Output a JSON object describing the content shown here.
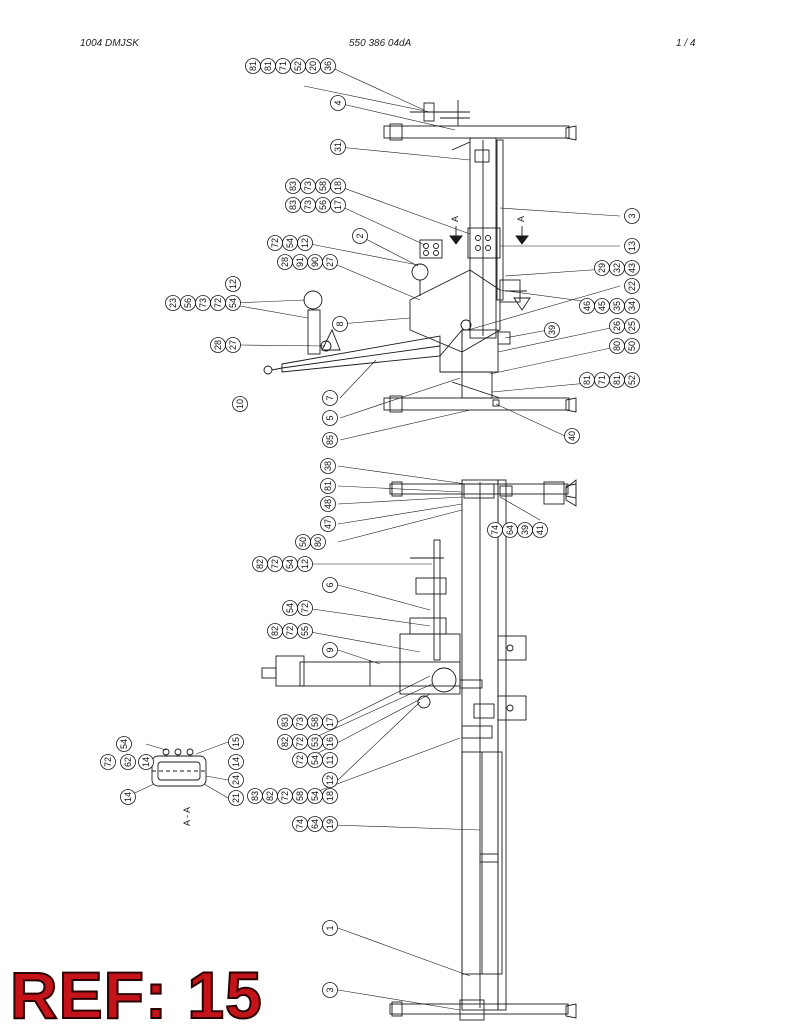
{
  "header": {
    "left": "1004 DMJSK",
    "center": "550 386 04dA",
    "page": "1 /  4"
  },
  "section_label": "A - A",
  "section_marker": "A",
  "reference_stamp": "REF: 15",
  "colors": {
    "line": "#1a1a1a",
    "stamp": "#c4141a"
  },
  "callouts": {
    "top_assembly": [
      {
        "nums": [
          "36",
          "20",
          "52",
          "71",
          "81",
          "81"
        ]
      },
      {
        "nums": [
          "4"
        ]
      },
      {
        "nums": [
          "31"
        ]
      },
      {
        "nums": [
          "18",
          "58",
          "73",
          "83"
        ]
      },
      {
        "nums": [
          "17",
          "56",
          "73",
          "83"
        ]
      },
      {
        "nums": [
          "2"
        ]
      },
      {
        "nums": [
          "12",
          "54",
          "72"
        ]
      },
      {
        "nums": [
          "27",
          "90",
          "91",
          "28"
        ]
      },
      {
        "nums": [
          "12"
        ]
      },
      {
        "nums": [
          "54",
          "72",
          "73",
          "56",
          "23"
        ]
      },
      {
        "nums": [
          "8"
        ]
      },
      {
        "nums": [
          "27",
          "28"
        ]
      },
      {
        "nums": [
          "10"
        ]
      },
      {
        "nums": [
          "7"
        ]
      },
      {
        "nums": [
          "5"
        ]
      },
      {
        "nums": [
          "85"
        ]
      },
      {
        "nums": [
          "3"
        ]
      },
      {
        "nums": [
          "13"
        ]
      },
      {
        "nums": [
          "43",
          "32",
          "29"
        ]
      },
      {
        "nums": [
          "22"
        ]
      },
      {
        "nums": [
          "34",
          "35",
          "45",
          "46"
        ]
      },
      {
        "nums": [
          "39"
        ]
      },
      {
        "nums": [
          "25",
          "26"
        ]
      },
      {
        "nums": [
          "50",
          "80"
        ]
      },
      {
        "nums": [
          "52",
          "81",
          "71",
          "81"
        ]
      },
      {
        "nums": [
          "40"
        ]
      }
    ],
    "bottom_assembly": [
      {
        "nums": [
          "38"
        ]
      },
      {
        "nums": [
          "81"
        ]
      },
      {
        "nums": [
          "48"
        ]
      },
      {
        "nums": [
          "47"
        ]
      },
      {
        "nums": [
          "80",
          "50"
        ]
      },
      {
        "nums": [
          "41",
          "39",
          "64",
          "74"
        ]
      },
      {
        "nums": [
          "12",
          "54",
          "72",
          "82"
        ]
      },
      {
        "nums": [
          "6"
        ]
      },
      {
        "nums": [
          "72",
          "54"
        ]
      },
      {
        "nums": [
          "55",
          "72",
          "82"
        ]
      },
      {
        "nums": [
          "9"
        ]
      },
      {
        "nums": [
          "17",
          "58",
          "73",
          "83"
        ]
      },
      {
        "nums": [
          "16",
          "53",
          "72",
          "82"
        ]
      },
      {
        "nums": [
          "11",
          "54",
          "72"
        ]
      },
      {
        "nums": [
          "12"
        ]
      },
      {
        "nums": [
          "18",
          "54",
          "58",
          "72",
          "82",
          "83"
        ]
      },
      {
        "nums": [
          "19",
          "64",
          "74"
        ]
      },
      {
        "nums": [
          "1"
        ]
      },
      {
        "nums": [
          "3"
        ]
      }
    ],
    "section_view": [
      {
        "nums": [
          "54"
        ]
      },
      {
        "nums": [
          "15"
        ]
      },
      {
        "nums": [
          "72"
        ]
      },
      {
        "nums": [
          "62"
        ]
      },
      {
        "nums": [
          "14"
        ]
      },
      {
        "nums": [
          "24"
        ]
      },
      {
        "nums": [
          "21"
        ]
      },
      {
        "nums": [
          "14"
        ]
      },
      {
        "nums": [
          "14"
        ]
      }
    ]
  }
}
